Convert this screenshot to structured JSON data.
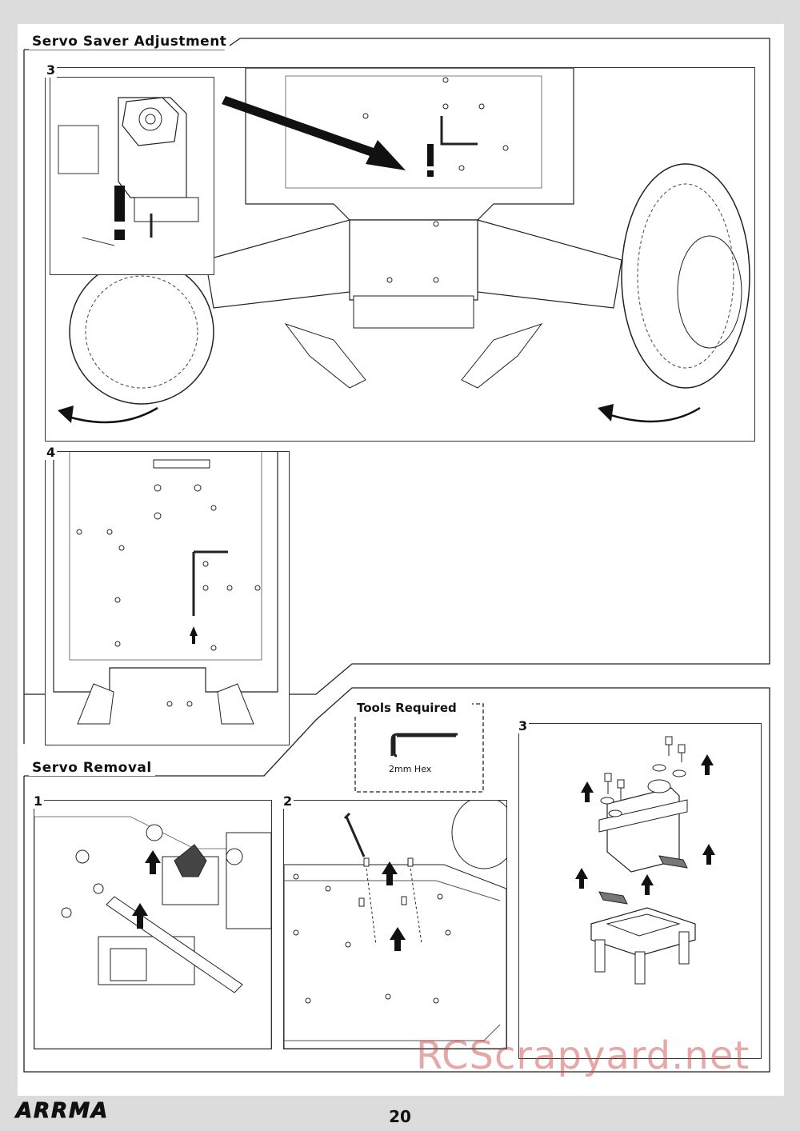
{
  "sections": {
    "adjustment_title": "Servo Saver Adjustment",
    "removal_title": "Servo Removal"
  },
  "adjustment_steps": [
    "3",
    "4"
  ],
  "removal_steps": [
    "1",
    "2",
    "3"
  ],
  "tools": {
    "title": "Tools Required",
    "item": "2mm Hex"
  },
  "footer": {
    "page_number": "20",
    "logo_text": "ARRMA",
    "watermark": "RCScrapyard.net"
  },
  "icons": {
    "hex_key": "hex-key-icon",
    "warning": "exclamation-icon",
    "arrow": "arrow-up-icon",
    "turn_arrow": "curved-arrow-icon"
  },
  "colors": {
    "line": "#222222",
    "page_bg": "#ffffff",
    "outer_bg": "#dcdcdc",
    "watermark": "#c83c3c"
  }
}
